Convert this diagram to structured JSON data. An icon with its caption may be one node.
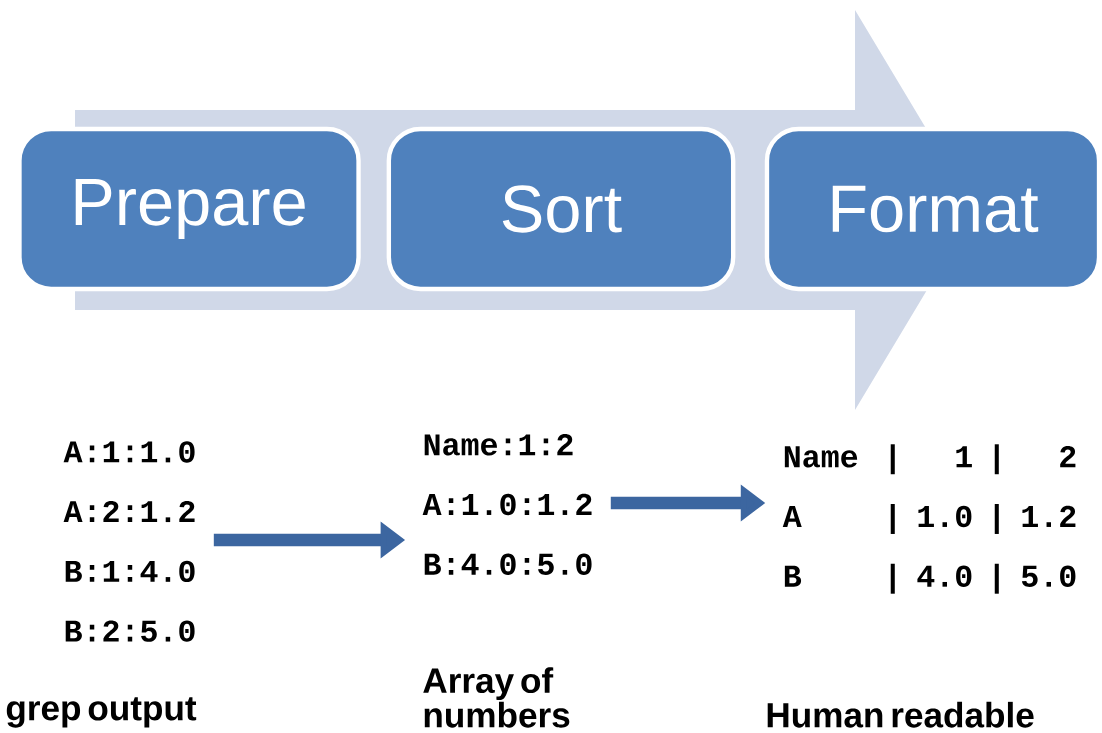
{
  "diagram": {
    "nodes": [
      {
        "text": [
          "Prepare"
        ]
      },
      {
        "text": [
          "Sort"
        ]
      },
      {
        "text": [
          "Format"
        ]
      },
      {
        "text": [
          "A:1:1.0",
          "A:2:1.2",
          "B:1:4.0",
          "B:2:5.0"
        ],
        "beside": [
          "grep output"
        ]
      },
      {
        "text": [
          "Name:1:2",
          "A:1.0:1.2",
          "B:4.0:5.0"
        ],
        "beside": [
          "Array of numbers"
        ]
      },
      {
        "text": [
          "Name",
          "|",
          "1",
          "|",
          "2",
          "A",
          "|",
          "1.0",
          "|",
          "1.2",
          "B",
          "|",
          "4.0",
          "|",
          "5.0"
        ],
        "beside": [
          "Human readable"
        ]
      }
    ],
    "edges": [
      {
        "from": 3,
        "to": 4,
        "arrow": "to"
      },
      {
        "from": 4,
        "to": 5,
        "arrow": "to"
      }
    ]
  }
}
